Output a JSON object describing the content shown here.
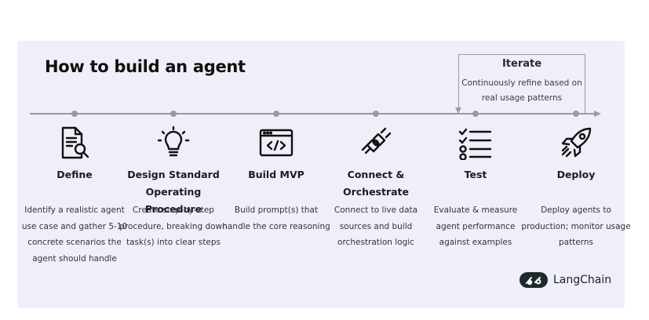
{
  "title": "How to build an agent",
  "iterate": {
    "title": "Iterate",
    "description": "Continuously refine based on real usage patterns"
  },
  "steps": [
    {
      "label": "Define",
      "icon": "document-search-icon",
      "description": "Identify a realistic agent use case and gather 5-10 concrete scenarios the agent should handle"
    },
    {
      "label": "Design Standard Operating Procedure",
      "icon": "lightbulb-icon",
      "description": "Create step-by-step procedure, breaking down task(s) into clear steps"
    },
    {
      "label": "Build MVP",
      "icon": "code-window-icon",
      "description": "Build prompt(s) that handle the core reasoning"
    },
    {
      "label": "Connect & Orchestrate",
      "icon": "plug-icon",
      "description": "Connect to live data sources and build orchestration logic"
    },
    {
      "label": "Test",
      "icon": "checklist-icon",
      "description": "Evaluate & measure agent performance against examples"
    },
    {
      "label": "Deploy",
      "icon": "rocket-icon",
      "description": "Deploy agents to production; monitor usage patterns"
    }
  ],
  "brand": {
    "name": "LangChain"
  },
  "colors": {
    "background": "#efeff9",
    "line": "#9a9aa6",
    "text": "#1d1d1f"
  }
}
